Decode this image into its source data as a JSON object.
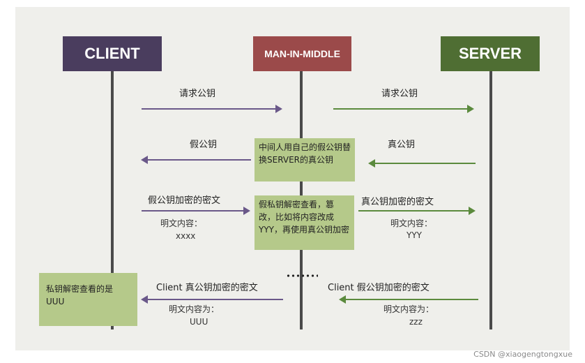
{
  "actors": {
    "client": {
      "label": "CLIENT",
      "color": "#4a3d5e"
    },
    "mitm": {
      "label": "MAN-IN-MIDDLE",
      "color": "#9b4a4a"
    },
    "server": {
      "label": "SERVER",
      "color": "#4f6e33"
    }
  },
  "messages": {
    "m1_label": "请求公钥",
    "m2_label": "请求公钥",
    "m3_label": "真公钥",
    "m4_label": "假公钥",
    "m5_label": "假公钥加密的密文",
    "m5_sub_title": "明文内容：",
    "m5_sub_value": "xxxx",
    "m6_label": "真公钥加密的密文",
    "m6_sub_title": "明文内容：",
    "m6_sub_value": "YYY",
    "m7_label": "Client 假公钥加密的密文",
    "m7_sub_title": "明文内容为：",
    "m7_sub_value": "zzz",
    "m8_label": "Client 真公钥加密的密文",
    "m8_sub_title": "明文内容为：",
    "m8_sub_value": "UUU"
  },
  "notes": {
    "mitm_swap": "中间人用自己的假公钥替换SERVER的真公钥",
    "mitm_tamper": "假私钥解密查看，篡改，比如将内容改成YYY，再使用真公钥加密",
    "client_view_line1": "私钥解密查看的是",
    "client_view_line2": "UUU"
  },
  "watermark": "CSDN @xiaogengtongxue"
}
